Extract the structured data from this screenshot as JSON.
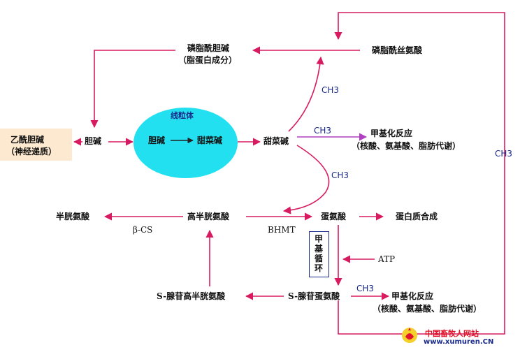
{
  "nodes": {
    "phosphatidylcholine": "磷脂酰胆碱",
    "phosphatidylcholine_note": "（脂蛋白成分）",
    "phosphatidylserine": "磷脂酰丝氨酸",
    "acetylcholine": "乙酰胆碱",
    "acetylcholine_note": "（神经递质）",
    "choline": "胆碱",
    "mitochondria": "线粒体",
    "choline_inner": "胆碱",
    "betaine_inner": "甜菜碱",
    "betaine": "甜菜碱",
    "methylation_1": "甲基化反应",
    "methylation_1_note": "（核酸、氨基酸、脂肪代谢）",
    "cystine": "半胱氨酸",
    "homocysteine": "高半胱氨酸",
    "methionine": "蛋氨酸",
    "protein_synthesis": "蛋白质合成",
    "methyl_cycle": "甲基循环",
    "sah": "S-腺苷高半胱氨酸",
    "sam": "S-腺苷蛋氨酸",
    "methylation_2": "甲基化反应",
    "methylation_2_note": "（核酸、氨基酸、脂肪代谢）"
  },
  "edge_labels": {
    "ch3_top": "CH3",
    "ch3_mid": "CH3",
    "ch3_curve": "CH3",
    "ch3_right": "CH3",
    "ch3_bottom": "CH3",
    "beta_cs": "β-CS",
    "bhmt": "BHMT",
    "atp": "ATP"
  },
  "watermark": {
    "title": "中国畜牧人网站",
    "url": "www.xumuren.CN"
  },
  "colors": {
    "arrow": "#d81b60",
    "purple_arrow": "#b040c0",
    "ellipse": "#22e0f0",
    "cream": "#fde9cf",
    "text_blue": "#1a2a8a"
  }
}
